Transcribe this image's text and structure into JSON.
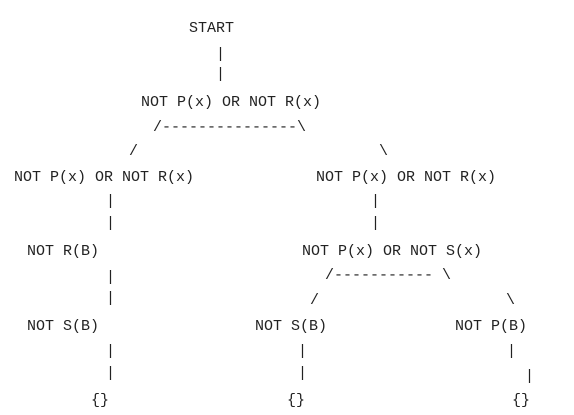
{
  "diagram": {
    "nodes": {
      "start": "START",
      "root": "NOT P(x) OR NOT R(x)",
      "left_clause": "NOT P(x) OR NOT R(x)",
      "right_clause": "NOT P(x) OR NOT R(x)",
      "left_r_b": "NOT R(B)",
      "left_s_b": "NOT S(B)",
      "left_empty": "{}",
      "right_mid": "NOT P(x) OR NOT S(x)",
      "right_left_s_b": "NOT S(B)",
      "right_right_p_b": "NOT P(B)",
      "right_left_empty": "{}",
      "right_right_empty": "{}"
    },
    "connectors": {
      "vertical": "|",
      "slash": "/",
      "backslash": "\\",
      "root_branch": "/---------------\\",
      "mid_branch": "/----------- \\"
    }
  },
  "colors": {
    "text": "#222222",
    "background": "#ffffff"
  }
}
